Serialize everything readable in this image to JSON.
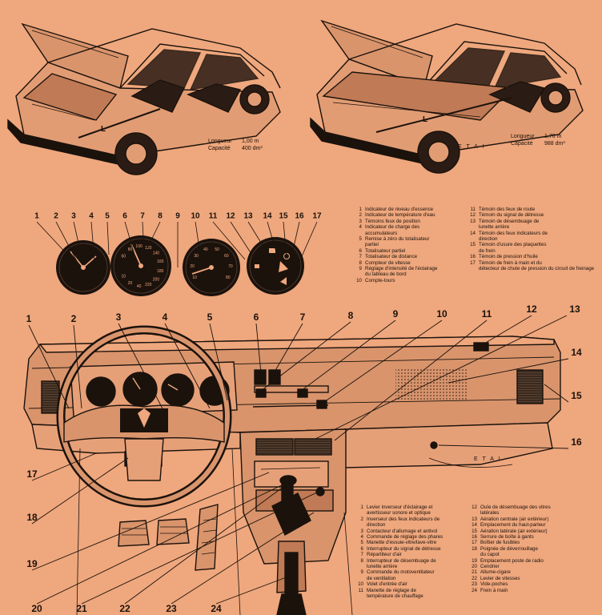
{
  "car_left": {
    "length_label": "Longueur",
    "length_value": "1,00 m",
    "capacity_label": "Capacité",
    "capacity_value": "400 dm³"
  },
  "car_right": {
    "length_label": "Longueur",
    "length_value": "1,70 m",
    "capacity_label": "Capacité",
    "capacity_value": "988 dm³",
    "brand": "E T A I"
  },
  "dashboard_brand": "E T A I",
  "gauge_callouts": [
    "1",
    "2",
    "3",
    "4",
    "5",
    "6",
    "7",
    "8",
    "9",
    "10",
    "11",
    "12",
    "13",
    "14",
    "15",
    "16",
    "17"
  ],
  "gauge_speedo_marks": [
    "60",
    "80",
    "100",
    "120",
    "140",
    "160",
    "180",
    "200",
    "220",
    "40",
    "20",
    "10"
  ],
  "gauge_tach_marks": [
    "10",
    "20",
    "30",
    "40",
    "50",
    "60",
    "70",
    "80"
  ],
  "gauge_legend_left": [
    {
      "n": "1",
      "t": "Indicateur de niveau d'essence"
    },
    {
      "n": "2",
      "t": "Indicateur de température d'eau"
    },
    {
      "n": "3",
      "t": "Témoins feux de position"
    },
    {
      "n": "4",
      "t": "Indicateur de charge des",
      "cont": "accumulateurs"
    },
    {
      "n": "5",
      "t": "Remise à zéro du totalisateur",
      "cont": "partiel"
    },
    {
      "n": "6",
      "t": "Totalisateur partiel"
    },
    {
      "n": "7",
      "t": "Totalisateur de distance"
    },
    {
      "n": "8",
      "t": "Compteur de vitesse"
    },
    {
      "n": "9",
      "t": "Réglage d'intensité de l'éclairage",
      "cont": "du tableau de bord"
    },
    {
      "n": "10",
      "t": "Compte-tours"
    }
  ],
  "gauge_legend_right": [
    {
      "n": "11",
      "t": "Témoin des feux de route"
    },
    {
      "n": "12",
      "t": "Témoin du signal de détresse"
    },
    {
      "n": "13",
      "t": "Témoin de désembuage de",
      "cont": "lunette arrière"
    },
    {
      "n": "14",
      "t": "Témoin des feux indicateurs de",
      "cont": "direction"
    },
    {
      "n": "15",
      "t": "Témoin d'usure des plaquettes",
      "cont": "de frein"
    },
    {
      "n": "16",
      "t": "Témoin de pression d'huile"
    },
    {
      "n": "17",
      "t": "Témoin de frein à main et du",
      "cont": "détecteur de chute de pression du circuit de freinage"
    }
  ],
  "dash_callouts": [
    "1",
    "2",
    "3",
    "4",
    "5",
    "6",
    "7",
    "8",
    "9",
    "10",
    "11",
    "12",
    "13",
    "14",
    "15",
    "16",
    "17",
    "18",
    "19",
    "20",
    "21",
    "22",
    "23",
    "24"
  ],
  "dash_legend_left": [
    {
      "n": "1",
      "t": "Levier inverseur d'éclairage et",
      "cont": "avertisseur sonore et optique"
    },
    {
      "n": "2",
      "t": "Inverseur des feux indicateurs de",
      "cont": "direction"
    },
    {
      "n": "3",
      "t": "Contacteur d'allumage et antivol"
    },
    {
      "n": "4",
      "t": "Commande de réglage des phares"
    },
    {
      "n": "5",
      "t": "Manette d'essuie-vitre/lave-vitre"
    },
    {
      "n": "6",
      "t": "Interrupteur du signal de détresse"
    },
    {
      "n": "7",
      "t": "Répartiteur d'air"
    },
    {
      "n": "8",
      "t": "Interrupteur de désembuage de",
      "cont": "lunette arrière"
    },
    {
      "n": "9",
      "t": "Commande du motoventilateur",
      "cont": "de ventilation"
    },
    {
      "n": "10",
      "t": "Volet d'entrée d'air"
    },
    {
      "n": "11",
      "t": "Manette de réglage de",
      "cont": "température de chauffage"
    }
  ],
  "dash_legend_right": [
    {
      "n": "12",
      "t": "Ouïe de désembuage des vitres",
      "cont": "latérales"
    },
    {
      "n": "13",
      "t": "Aération centrale (air extérieur)"
    },
    {
      "n": "14",
      "t": "Emplacement du haut-parleur"
    },
    {
      "n": "15",
      "t": "Aération latérale (air extérieur)"
    },
    {
      "n": "16",
      "t": "Serrure de boîte à gants"
    },
    {
      "n": "17",
      "t": "Boîtier de fusibles"
    },
    {
      "n": "18",
      "t": "Poignée de déverrouillage",
      "cont": "du capot"
    },
    {
      "n": "19",
      "t": "Emplacement poste de radio"
    },
    {
      "n": "20",
      "t": "Cendrier"
    },
    {
      "n": "21",
      "t": "Allume-cigare"
    },
    {
      "n": "22",
      "t": "Levier de vitesses"
    },
    {
      "n": "23",
      "t": "Vide-poches"
    },
    {
      "n": "24",
      "t": "Frein à main"
    }
  ]
}
